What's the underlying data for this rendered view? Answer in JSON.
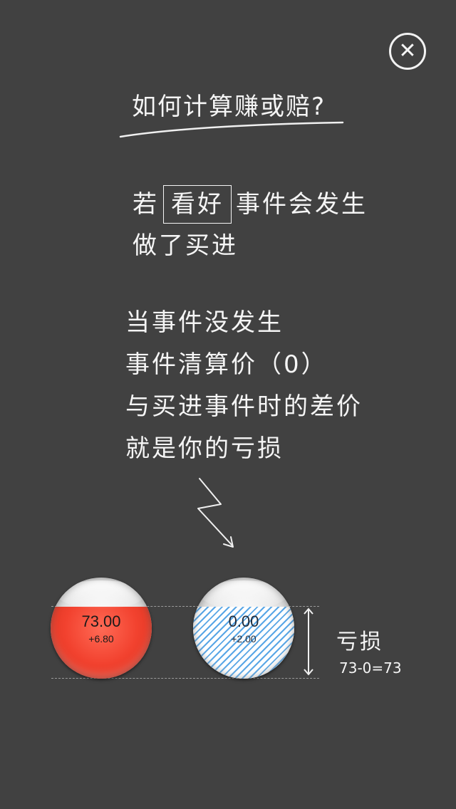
{
  "close_button": {
    "glyph": "✕",
    "icon": "close-icon"
  },
  "title": "如何计算赚或赔?",
  "paragraph1": {
    "line1_prefix": "若",
    "line1_boxed": "看好",
    "line1_suffix": "事件会发生",
    "line2": "做了买进"
  },
  "paragraph2": {
    "lines": [
      "当事件没发生",
      "事件清算价（0）",
      "与买进事件时的差价",
      "就是你的亏损"
    ]
  },
  "balls": {
    "red": {
      "price": "73.00",
      "change": "+6.80",
      "fill_fraction": 0.71,
      "color": "#f2422f"
    },
    "blue": {
      "price": "0.00",
      "change": "+2.00",
      "fill_fraction": 0.71,
      "color": "#58a6e6"
    }
  },
  "loss": {
    "label": "亏损",
    "formula": "73-0=73"
  },
  "colors": {
    "background": "#414141",
    "text": "#f5f5f5"
  }
}
